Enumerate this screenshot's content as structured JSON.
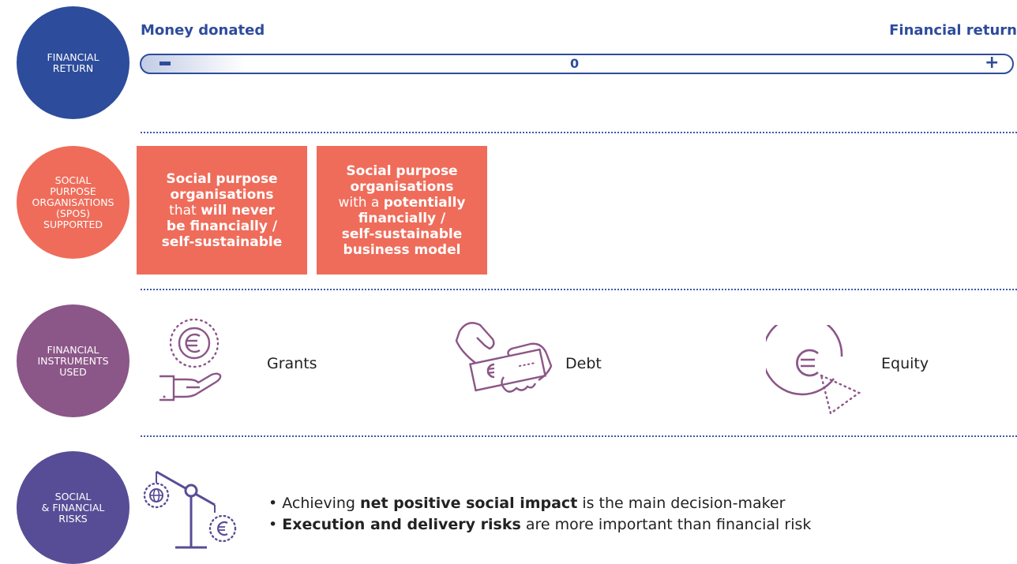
{
  "rows": [
    {
      "label": "FINANCIAL\nRETURN"
    },
    {
      "label": "SOCIAL\nPURPOSE\nORGANISATIONS\n(SPOs)\nSUPPORTED"
    },
    {
      "label": "FINANCIAL\nINSTRUMENTS\nUSED"
    },
    {
      "label": "SOCIAL\n& FINANCIAL\nRISKS"
    }
  ],
  "scale": {
    "left_label": "Money donated",
    "right_label": "Financial return",
    "minus": "−",
    "zero": "0",
    "plus": "+"
  },
  "spo_boxes": [
    {
      "l1": "Social purpose",
      "l2": "organisations",
      "l3": "that ",
      "l3b": "will never",
      "l4": "be financially /",
      "l5": "self-sustainable"
    },
    {
      "l1": "Social purpose",
      "l2": "organisations",
      "l3": "with a ",
      "l3b": "potentially",
      "l4": "financially /",
      "l5": "self-sustainable",
      "l6": "business model"
    }
  ],
  "instruments": [
    {
      "label": "Grants",
      "icon": "hand-euro-icon"
    },
    {
      "label": "Debt",
      "icon": "handshake-euro-icon"
    },
    {
      "label": "Equity",
      "icon": "euro-pie-icon"
    }
  ],
  "risks": {
    "bullet": "• ",
    "r1_pre": "Achieving ",
    "r1_bold": "net positive social impact",
    "r1_post": " is the main decision-maker",
    "r2_bold": "Execution and delivery risks",
    "r2_post": " are more important than financial risk"
  },
  "colors": {
    "navy": "#2e4c9c",
    "coral": "#ef6c5a",
    "plum": "#8b5688",
    "indigo": "#574d96"
  }
}
